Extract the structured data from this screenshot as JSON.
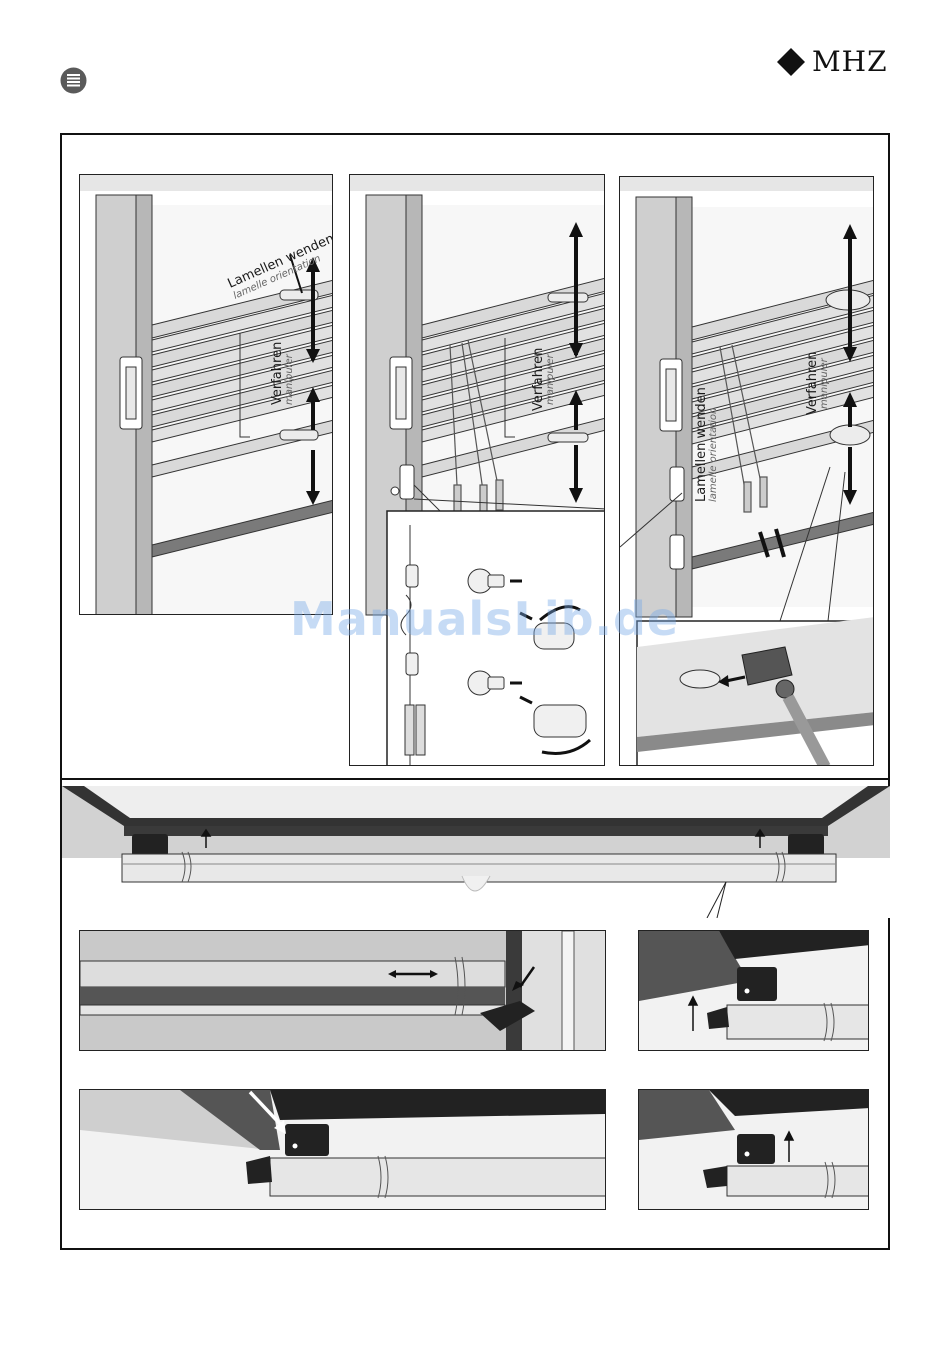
{
  "brand": {
    "logo_text": "MHZ",
    "logo_color": "#111111"
  },
  "header": {
    "menu_icon": "list-icon",
    "menu_icon_color": "#555555"
  },
  "labels": {
    "turn_slats_de": "Lamellen wenden",
    "turn_slats_fr": "lamelle orientation",
    "move_de": "Verfahren",
    "move_fr": "manipuler"
  },
  "watermark": {
    "text": "ManualsLib.de",
    "color": "#78aae6"
  },
  "colors": {
    "frame_gray": "#c8c8c8",
    "dark_gray": "#444444",
    "line": "#222222"
  }
}
